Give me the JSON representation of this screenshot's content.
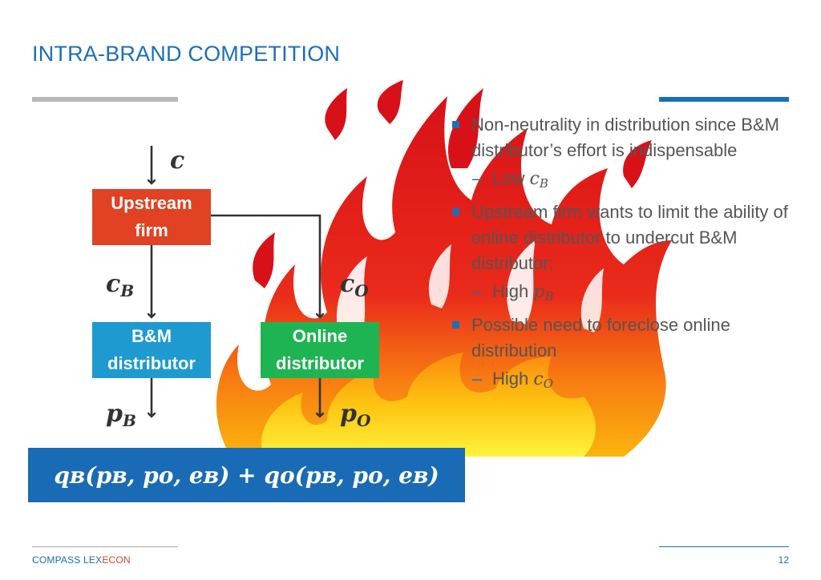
{
  "slide": {
    "title": "INTRA-BRAND COMPETITION",
    "page_number": "12",
    "footer": {
      "brand_part1": "COMPASS LEX",
      "brand_part2": "ECON"
    }
  },
  "diagram": {
    "input_cost": {
      "symbol": "c"
    },
    "upstream_firm": {
      "label": "Upstream\nfirm",
      "color": "#e04223"
    },
    "bm_distributor": {
      "label": "B&M\ndistributor",
      "color": "#1e9ad0"
    },
    "online_distributor": {
      "label": "Online\ndistributor",
      "color": "#1fb452"
    },
    "cost_bm": {
      "symbol": "c",
      "subscript": "B"
    },
    "cost_online": {
      "symbol": "c",
      "subscript": "O"
    },
    "price_bm": {
      "symbol": "p",
      "subscript": "B"
    },
    "price_online": {
      "symbol": "p",
      "subscript": "O"
    },
    "demand_formula": "qʙ(pʙ, pᴏ, eʙ) + qᴏ(pʙ, pᴏ, eʙ)",
    "formula_color": "#1a6bb5"
  },
  "bullets": [
    {
      "text": "Non-neutrality in distribution since B&M distributor’s effort is indispensable",
      "sub": {
        "prefix": "Low ",
        "symbol": "c",
        "subscript": "B"
      }
    },
    {
      "text": "Upstream firm wants to limit the ability of online distributor to undercut B&M distributor;",
      "sub": {
        "prefix": "High ",
        "symbol": "p",
        "subscript": "B"
      }
    },
    {
      "text": "Possible need to foreclose online distribution",
      "sub": {
        "prefix": "High ",
        "symbol": "c",
        "subscript": "O"
      }
    }
  ],
  "colors": {
    "accent": "#1a70b8",
    "rule_gray": "#b8b8b8"
  },
  "decoration": {
    "background_icon": "fire-icon"
  }
}
